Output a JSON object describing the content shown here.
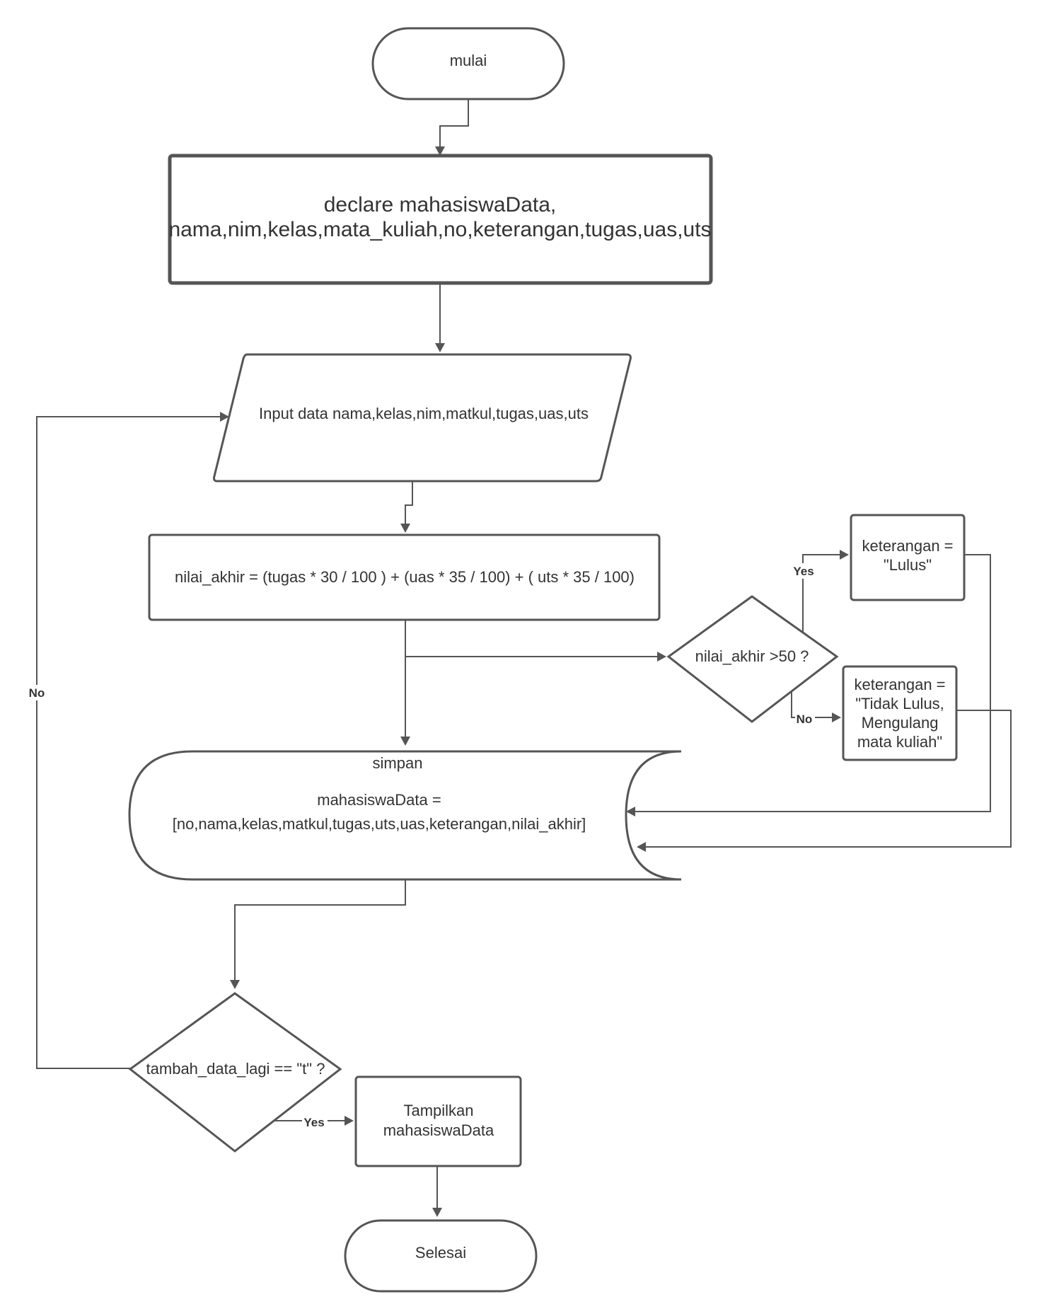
{
  "nodes": {
    "start": "mulai",
    "declare": [
      "declare mahasiswaData,",
      "nama,nim,kelas,mata_kuliah,no,keterangan,tugas,uas,uts"
    ],
    "input": "Input data nama,kelas,nim,matkul,tugas,uas,uts",
    "calc": "nilai_akhir = (tugas * 30 / 100 ) + (uas * 35 / 100) + ( uts * 35 / 100)",
    "decision_nilai": "nilai_akhir >50 ?",
    "lulus": [
      "keterangan =",
      "\"Lulus\""
    ],
    "tidak_lulus": [
      "keterangan =",
      "\"Tidak Lulus,",
      "Mengulang",
      "mata kuliah\""
    ],
    "store": [
      "simpan",
      "mahasiswaData =",
      "[no,nama,kelas,matkul,tugas,uts,uas,keterangan,nilai_akhir]"
    ],
    "decision_tambah": "tambah_data_lagi == \"t\" ?",
    "tampilkan": [
      "Tampilkan",
      "mahasiswaData"
    ],
    "end": "Selesai"
  },
  "edge_labels": {
    "yes_lulus": "Yes",
    "no_lulus": "No",
    "no_loop": "No",
    "yes_tampilkan": "Yes"
  }
}
